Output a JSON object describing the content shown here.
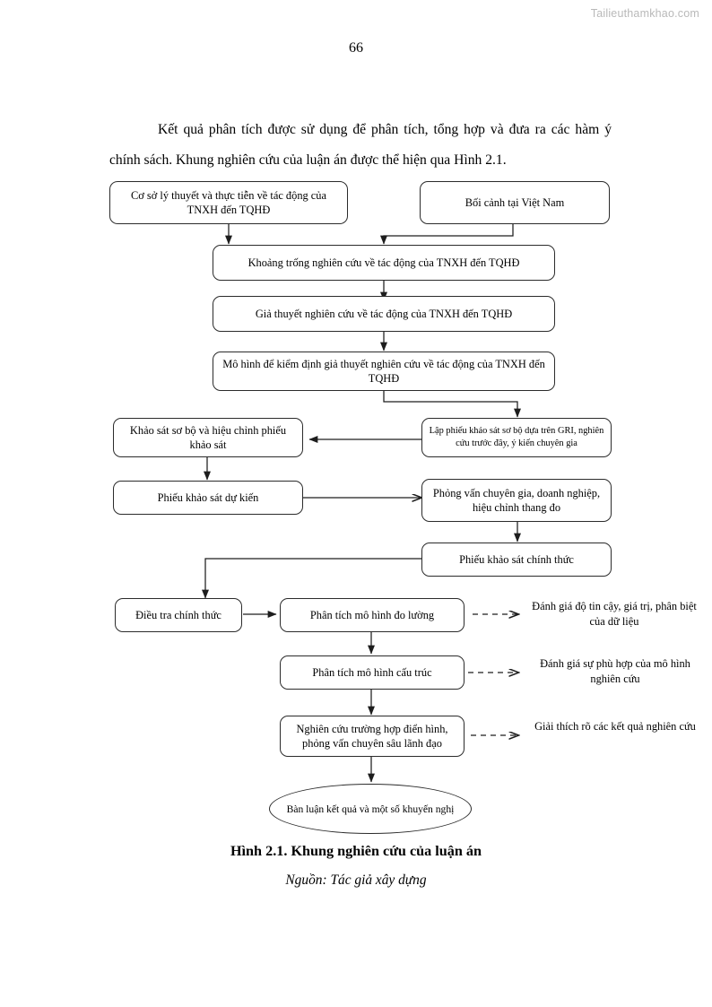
{
  "page": {
    "watermark": "Tailieuthamkhao.com",
    "number": "66"
  },
  "body": {
    "paragraph_line1": "Kết quả phân tích được sử dụng để phân tích, tổng hợp và đưa ra các hàm ý",
    "paragraph_line2": "chính sách. Khung nghiên cứu của luận án được thể hiện qua Hình 2.1."
  },
  "figure": {
    "caption_title": "Hình 2.1. Khung nghiên cứu của luận án",
    "caption_source": "Nguồn: Tác giả xây dựng",
    "nodes": [
      {
        "id": "theory",
        "label": "Cơ sở lý thuyết và thực tiễn về tác động của TNXH đến TQHĐ"
      },
      {
        "id": "context",
        "label": "Bối cảnh tại Việt Nam"
      },
      {
        "id": "gap",
        "label": "Khoảng trống nghiên cứu về tác động của TNXH đến TQHĐ"
      },
      {
        "id": "hypothesis",
        "label": "Giả thuyết nghiên cứu về tác động của TNXH đến TQHĐ"
      },
      {
        "id": "model",
        "label": "Mô hình để kiểm định giả thuyết nghiên cứu về tác động của TNXH đến TQHĐ"
      },
      {
        "id": "draft-survey",
        "label": "Lập phiếu khảo sát sơ bộ dựa trên GRI, nghiên cứu trước đây, ý kiến chuyên gia"
      },
      {
        "id": "pilot-survey",
        "label": "Khảo sát sơ bộ và hiệu chỉnh phiếu khảo sát"
      },
      {
        "id": "planned-form",
        "label": "Phiếu khảo sát dự kiến"
      },
      {
        "id": "expert-interview",
        "label": "Phỏng vấn chuyên gia, doanh nghiệp, hiệu chỉnh thang đo"
      },
      {
        "id": "official-form",
        "label": "Phiếu khảo sát chính thức"
      },
      {
        "id": "official-survey",
        "label": "Điều tra chính thức"
      },
      {
        "id": "measurement",
        "label": "Phân tích mô hình đo lường"
      },
      {
        "id": "structural",
        "label": "Phân tích mô hình cấu trúc"
      },
      {
        "id": "case-study",
        "label": "Nghiên cứu trường hợp điển hình, phỏng vấn chuyên sâu lãnh đạo"
      },
      {
        "id": "discussion",
        "label": "Bàn luận kết quả và một số khuyến nghị"
      }
    ],
    "notes": [
      {
        "id": "note-reliability",
        "label": "Đánh giá độ tin cậy, giá trị, phân biệt của dữ liệu"
      },
      {
        "id": "note-fit",
        "label": "Đánh giá sự phù hợp của mô hình nghiên cứu"
      },
      {
        "id": "note-explain",
        "label": "Giải thích rõ các kết quả nghiên cứu"
      }
    ]
  }
}
